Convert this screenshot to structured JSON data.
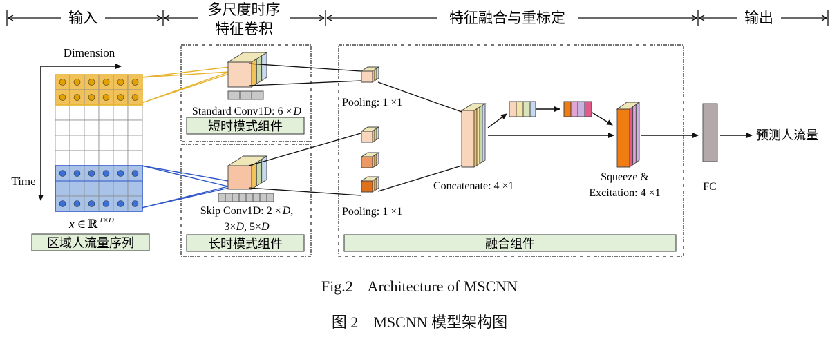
{
  "header": {
    "sections": [
      {
        "label": "输入"
      },
      {
        "label1": "多尺度时序",
        "label2": "特征卷积"
      },
      {
        "label": "特征融合与重标定"
      },
      {
        "label": "输出"
      }
    ]
  },
  "input": {
    "dimension_label": "Dimension",
    "time_label": "Time",
    "math_x": "x",
    "math_in": "∈",
    "math_R": "ℝ",
    "math_sup": "T×D",
    "box_label": "区域人流量序列"
  },
  "conv": {
    "standard_label": "Standard Conv1D: 6 ×",
    "standard_var": "D",
    "short_label": "短时模式组件",
    "skip_label_1": "Skip Conv1D: 2 ×",
    "skip_var_1": "D",
    "skip_label_1b": ",",
    "skip_label_2": "3×",
    "skip_var_2": "D",
    "skip_label_2b": ", 5×",
    "skip_var_3": "D",
    "long_label": "长时模式组件"
  },
  "fusion": {
    "pooling_top": "Pooling: 1 ×1",
    "pooling_bottom": "Pooling: 1 ×1",
    "concat_label": "Concatenate: 4 ×1",
    "se_label_1": "Squeeze &",
    "se_label_2": "Excitation: 4 ×1",
    "box_label": "融合组件"
  },
  "output": {
    "fc_label": "FC",
    "result_label": "预测人流量"
  },
  "caption": {
    "en": "Fig.2    Architecture of MSCNN",
    "zh": "图 2    MSCNN 模型架构图"
  },
  "colors": {
    "orange_cell": "#f2c25a",
    "orange_dot": "#e3a100",
    "blue_cell": "#a9c3e8",
    "blue_dot": "#3b6fd6",
    "green_box": "#e2efd9",
    "cube_front": "#f9d5bc",
    "cube_side": "#c9d9a6",
    "fc": "#b3a9aa",
    "se_front": "#ef7d12"
  }
}
